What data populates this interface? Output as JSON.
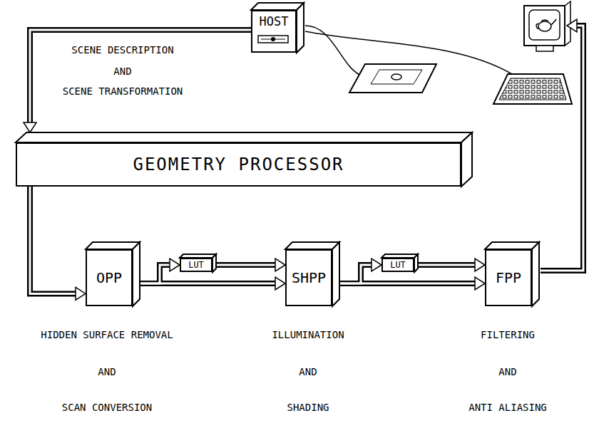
{
  "diagram": {
    "nodes": [
      {
        "text": [
          "HOST"
        ]
      },
      {
        "text": [
          "GEOMETRY PROCESSOR"
        ]
      },
      {
        "text": [
          "OPP"
        ]
      },
      {
        "text": [
          "LUT"
        ]
      },
      {
        "text": [
          "SHPP"
        ]
      },
      {
        "text": [
          "LUT"
        ]
      },
      {
        "text": [
          "FPP"
        ]
      }
    ],
    "edges": [
      {
        "from": 0,
        "to": 1,
        "arrow": "to"
      },
      {
        "from": 1,
        "to": 2,
        "arrow": "to"
      },
      {
        "from": 2,
        "to": 3,
        "arrow": "to"
      },
      {
        "from": 2,
        "to": 4,
        "arrow": "to"
      },
      {
        "from": 3,
        "to": 4,
        "arrow": "to"
      },
      {
        "from": 4,
        "to": 5,
        "arrow": "to"
      },
      {
        "from": 4,
        "to": 6,
        "arrow": "to"
      },
      {
        "from": 5,
        "to": 6,
        "arrow": "to"
      }
    ],
    "labels": [
      "SCENE DESCRIPTION",
      "AND",
      "SCENE TRANSFORMATION",
      "HIDDEN SURFACE REMOVAL",
      "AND",
      "SCAN CONVERSION",
      "ILLUMINATION",
      "AND",
      "SHADING",
      "FILTERING",
      "AND",
      "ANTI ALIASING"
    ]
  }
}
